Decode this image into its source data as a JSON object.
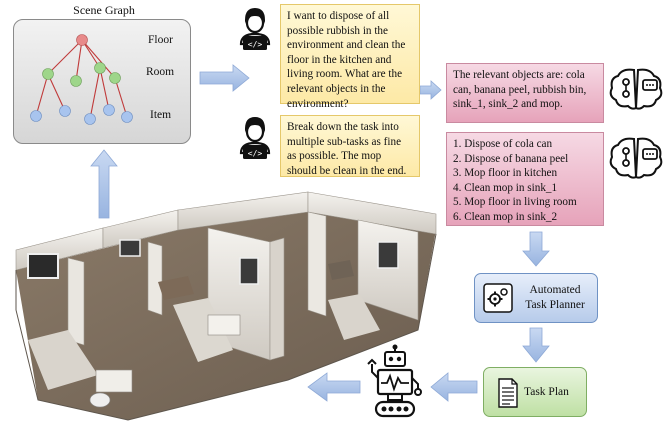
{
  "scene_graph": {
    "title": "Scene Graph",
    "levels": {
      "floor": "Floor",
      "room": "Room",
      "item": "Item"
    }
  },
  "user_messages": [
    "I want to dispose of all possible rubbish in the environment and clean the floor in the kitchen and living room. What are the relevant objects in the environment?",
    "Break down the task into multiple sub-tasks as fine as possible. The mop should be clean in the end."
  ],
  "llm_messages": {
    "objects_lines": [
      "The relevant objects are: cola",
      "can, banana peel, rubbish bin,",
      "sink_1, sink_2 and mop."
    ],
    "subtasks": [
      "1. Dispose of cola can",
      "2. Dispose of banana peel",
      "3. Mop floor in kitchen",
      "4. Clean mop in sink_1",
      "5. Mop floor in living room",
      "6. Clean mop in sink_2"
    ]
  },
  "planner": {
    "line1": "Automated",
    "line2": "Task Planner"
  },
  "task_plan": {
    "label": "Task Plan"
  },
  "colors": {
    "arrow": "#a9c1e6",
    "node_root": "#e88a8a",
    "node_room": "#9ed68a",
    "node_item": "#a8c4ee",
    "user_bubble": "#fde9a6",
    "llm_bubble": "#e6a3ba",
    "planner": "#b7cbea",
    "task_plan": "#bfe0a4"
  },
  "icons": [
    "person-coder-icon",
    "brain-chat-icon",
    "gears-icon",
    "document-icon",
    "robot-icon"
  ]
}
